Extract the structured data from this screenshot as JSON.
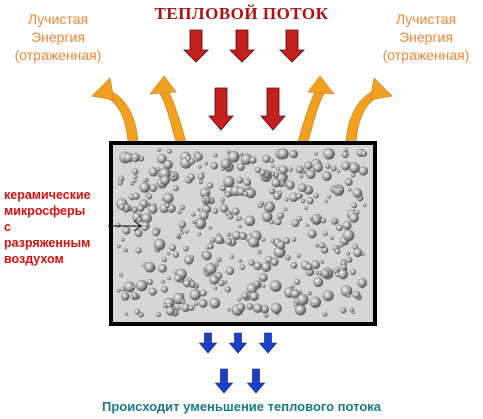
{
  "title": "ТЕПЛОВОЙ ПОТОК",
  "radiant_left": [
    "Лучистая",
    "Энергия",
    "(отраженная)"
  ],
  "radiant_right": [
    "Лучистая",
    "Энергия",
    "(отраженная)"
  ],
  "annotation": [
    "керамические",
    "микросферы",
    "с",
    "разряженным",
    "воздухом"
  ],
  "caption": "Происходит уменьшение теплового потока",
  "colors": {
    "title": "#b01010",
    "radiant_text": "#f08a30",
    "annotation_text": "#d81010",
    "caption_text": "#1a7a8c",
    "heat_arrow": "#c42020",
    "reflect_arrow": "#f2a020",
    "out_arrow": "#1a3fcc",
    "panel_border": "#000000",
    "panel_fill": "#d6d6d6",
    "sphere_fill": "#b8b8b8"
  },
  "icons": {
    "heat_arrows": "arrow-down-icon",
    "reflect_arrows": "curved-arrow-up-icon",
    "out_arrows": "arrow-down-icon"
  }
}
